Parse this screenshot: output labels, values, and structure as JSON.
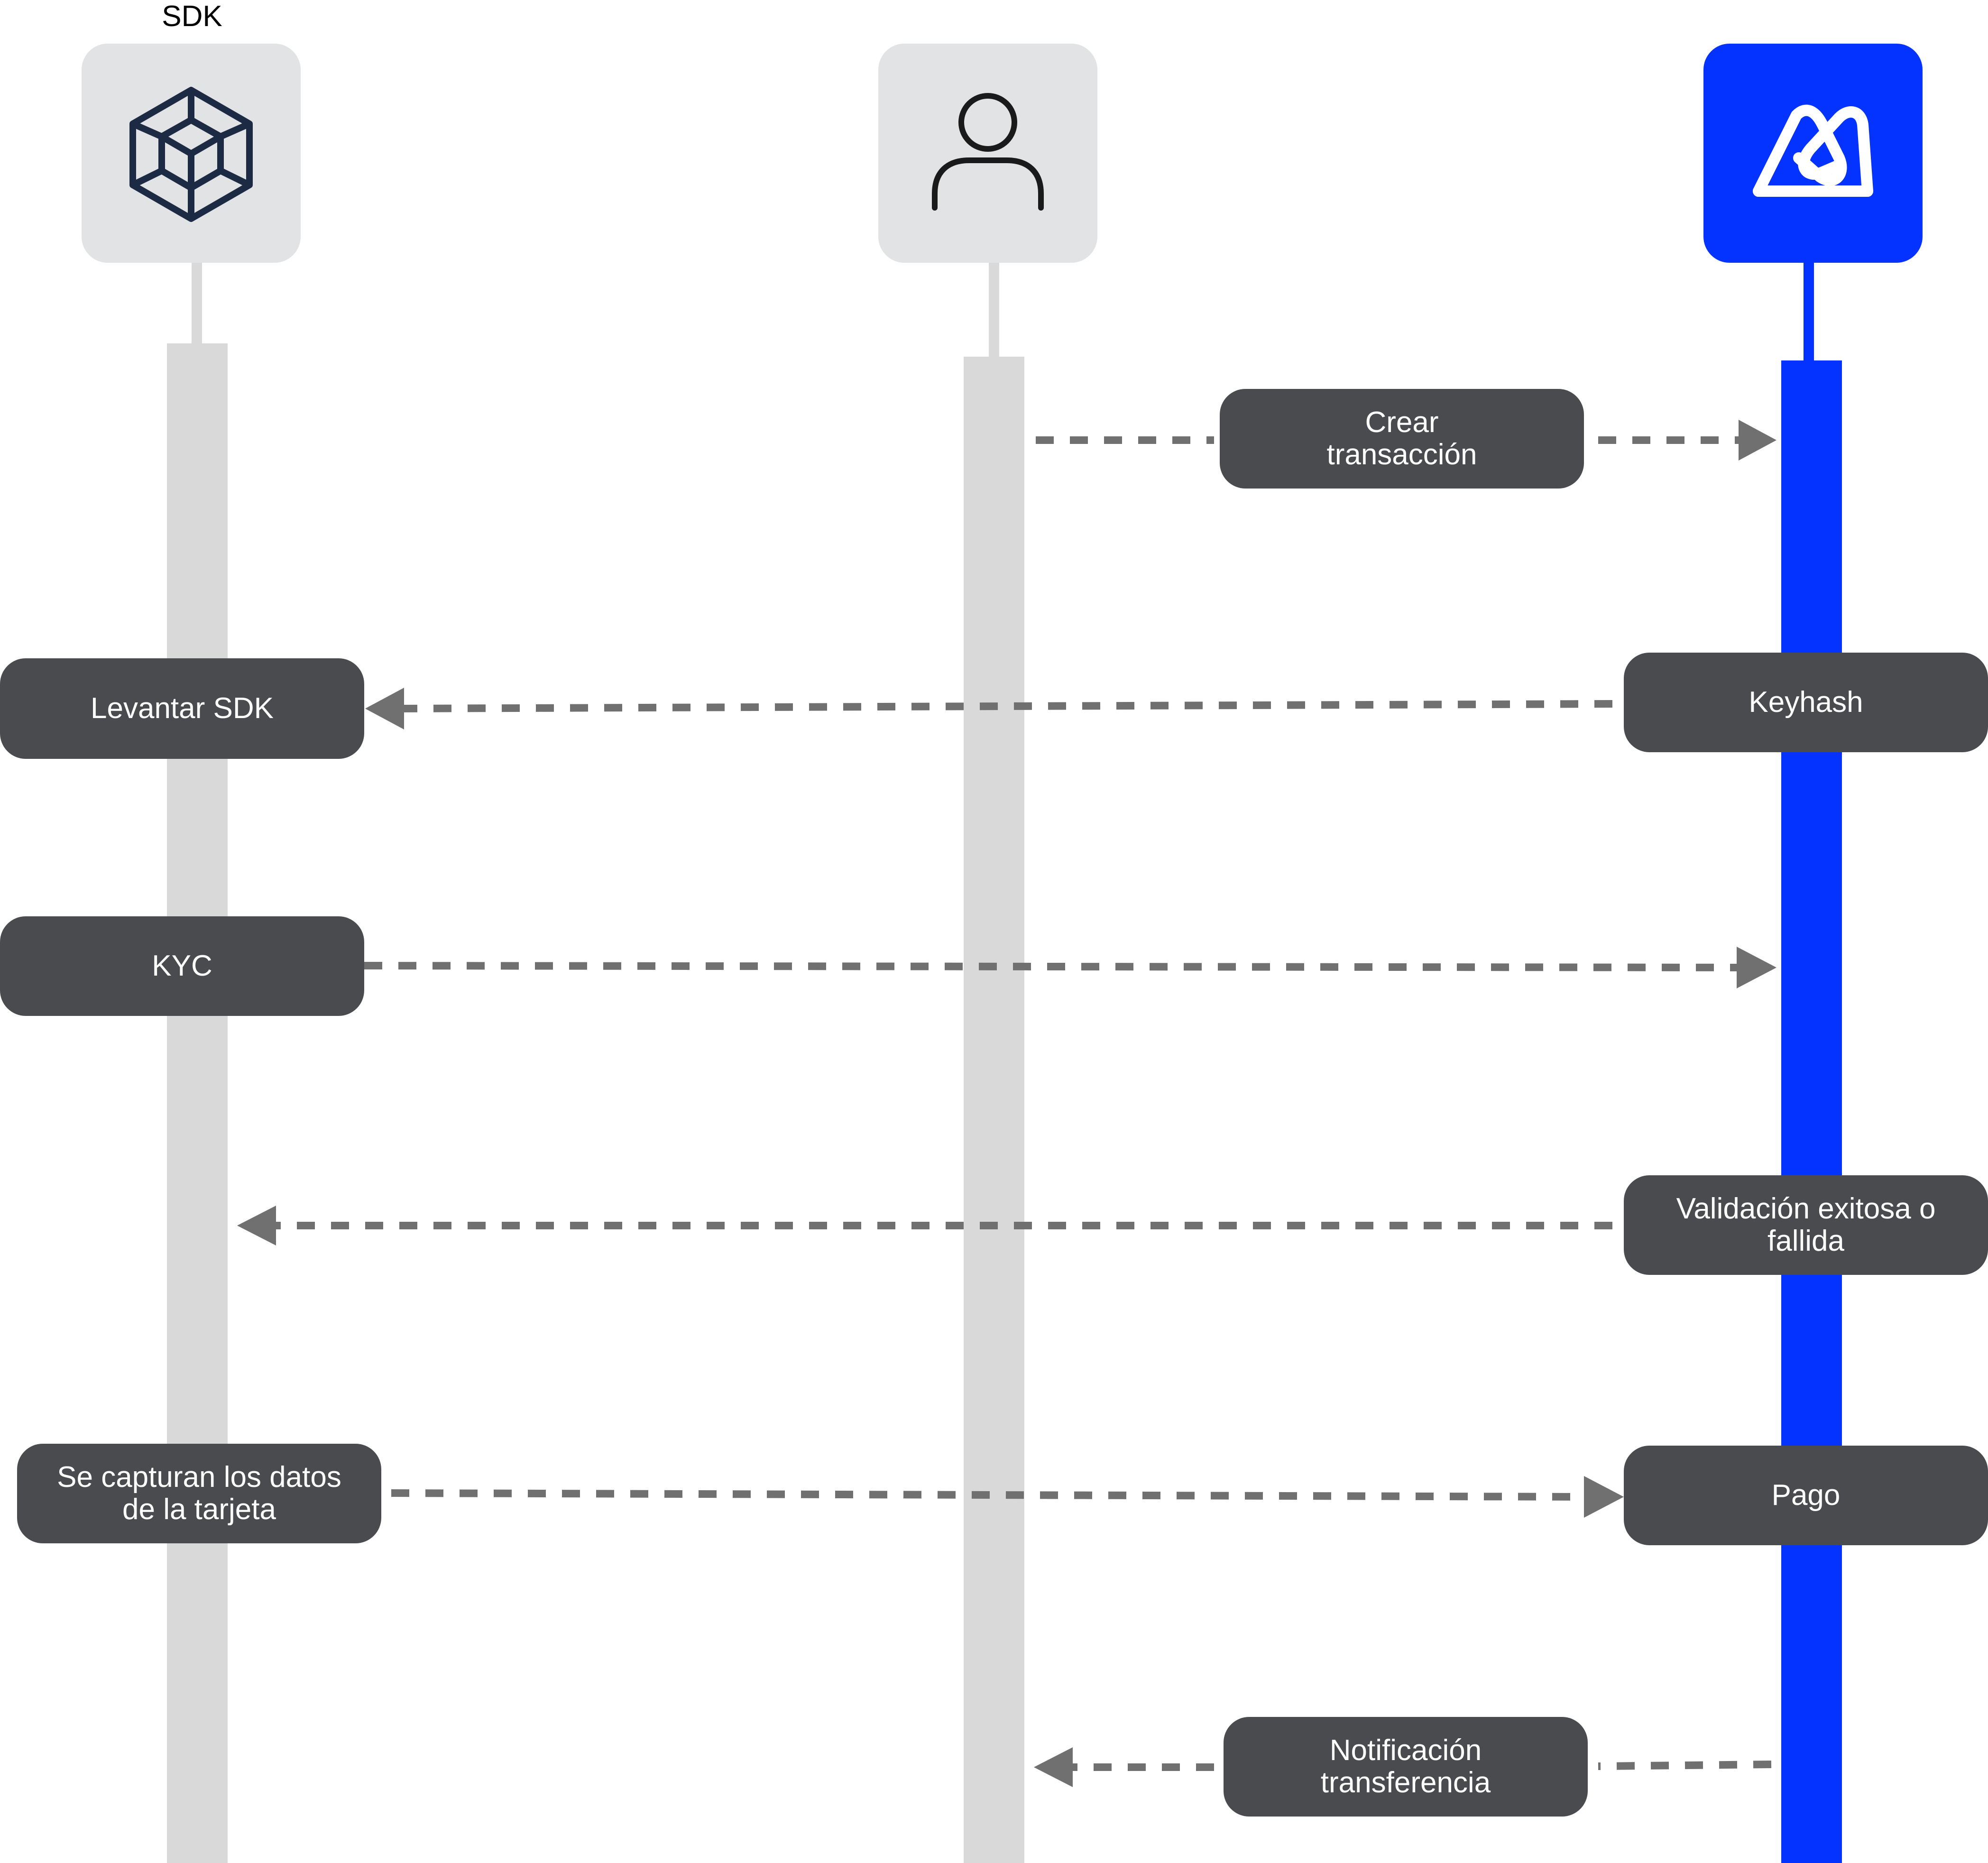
{
  "participants": {
    "sdk": {
      "label": "SDK",
      "icon": "cube-icon",
      "tile_color": "#e2e3e5",
      "lifeline_color": "#d9d9d9"
    },
    "user": {
      "icon": "user-icon",
      "tile_color": "#e2e3e5",
      "lifeline_color": "#d9d9d9"
    },
    "service": {
      "icon": "brand-logo-icon",
      "tile_color": "#0433ff",
      "lifeline_color": "#0433ff"
    }
  },
  "messages": {
    "crear_transaccion": {
      "line1": "Crear",
      "line2": "transacción"
    },
    "keyhash": {
      "label": "Keyhash"
    },
    "levantar_sdk": {
      "label": "Levantar SDK"
    },
    "kyc": {
      "label": "KYC"
    },
    "validacion": {
      "line1": "Validación exitosa o",
      "line2": "fallida"
    },
    "captura": {
      "line1": "Se capturan los datos",
      "line2": "de la tarjeta"
    },
    "pago": {
      "label": "Pago"
    },
    "notificacion": {
      "line1": "Notificación",
      "line2": "transferencia"
    }
  },
  "colors": {
    "box": "#4a4b4f",
    "arrow": "#707070",
    "accent": "#0433ff"
  }
}
